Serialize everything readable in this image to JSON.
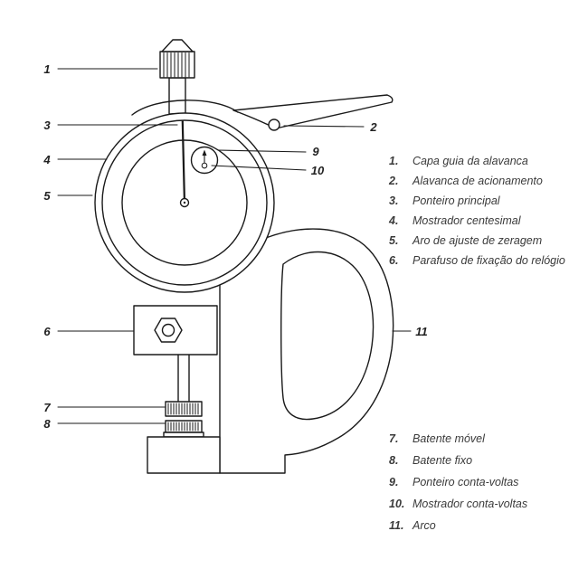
{
  "colors": {
    "line": "#1a1a1a",
    "text": "#3a3a3a"
  },
  "callouts": {
    "n1": "1",
    "n2": "2",
    "n3": "3",
    "n4": "4",
    "n5": "5",
    "n6": "6",
    "n7": "7",
    "n8": "8",
    "n9": "9",
    "n10": "10",
    "n11": "11"
  },
  "legend_top": {
    "items": [
      {
        "num": "1.",
        "label": "Capa guia da alavanca"
      },
      {
        "num": "2.",
        "label": "Alavanca de acionamento"
      },
      {
        "num": "3.",
        "label": "Ponteiro principal"
      },
      {
        "num": "4.",
        "label": "Mostrador centesimal"
      },
      {
        "num": "5.",
        "label": "Aro de ajuste de zeragem"
      },
      {
        "num": "6.",
        "label": "Parafuso de fixação do relógio"
      }
    ]
  },
  "legend_bottom": {
    "items": [
      {
        "num": "7.",
        "label": "Batente móvel"
      },
      {
        "num": "8.",
        "label": "Batente fixo"
      },
      {
        "num": "9.",
        "label": "Ponteiro conta-voltas"
      },
      {
        "num": "10.",
        "label": "Mostrador conta-voltas"
      },
      {
        "num": "11.",
        "label": "Arco"
      }
    ]
  }
}
